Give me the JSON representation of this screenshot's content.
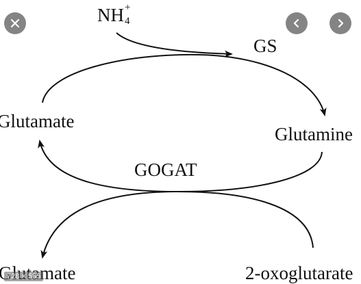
{
  "viewer": {
    "controls": {
      "close_icon": "close-icon",
      "prev_icon": "chevron-left-icon",
      "next_icon": "chevron-right-icon"
    },
    "size_label": "728 × 565"
  },
  "diagram": {
    "ammonium": {
      "base": "NH",
      "superscript": "+",
      "subscript": "4"
    },
    "gs_label": "GS",
    "glutamate_upper": "Glutamate",
    "glutamine": "Glutamine",
    "gogat_label": "GOGAT",
    "glutamate_lower": "Glutamate",
    "oxoglutarate": "2-oxoglutarate"
  }
}
